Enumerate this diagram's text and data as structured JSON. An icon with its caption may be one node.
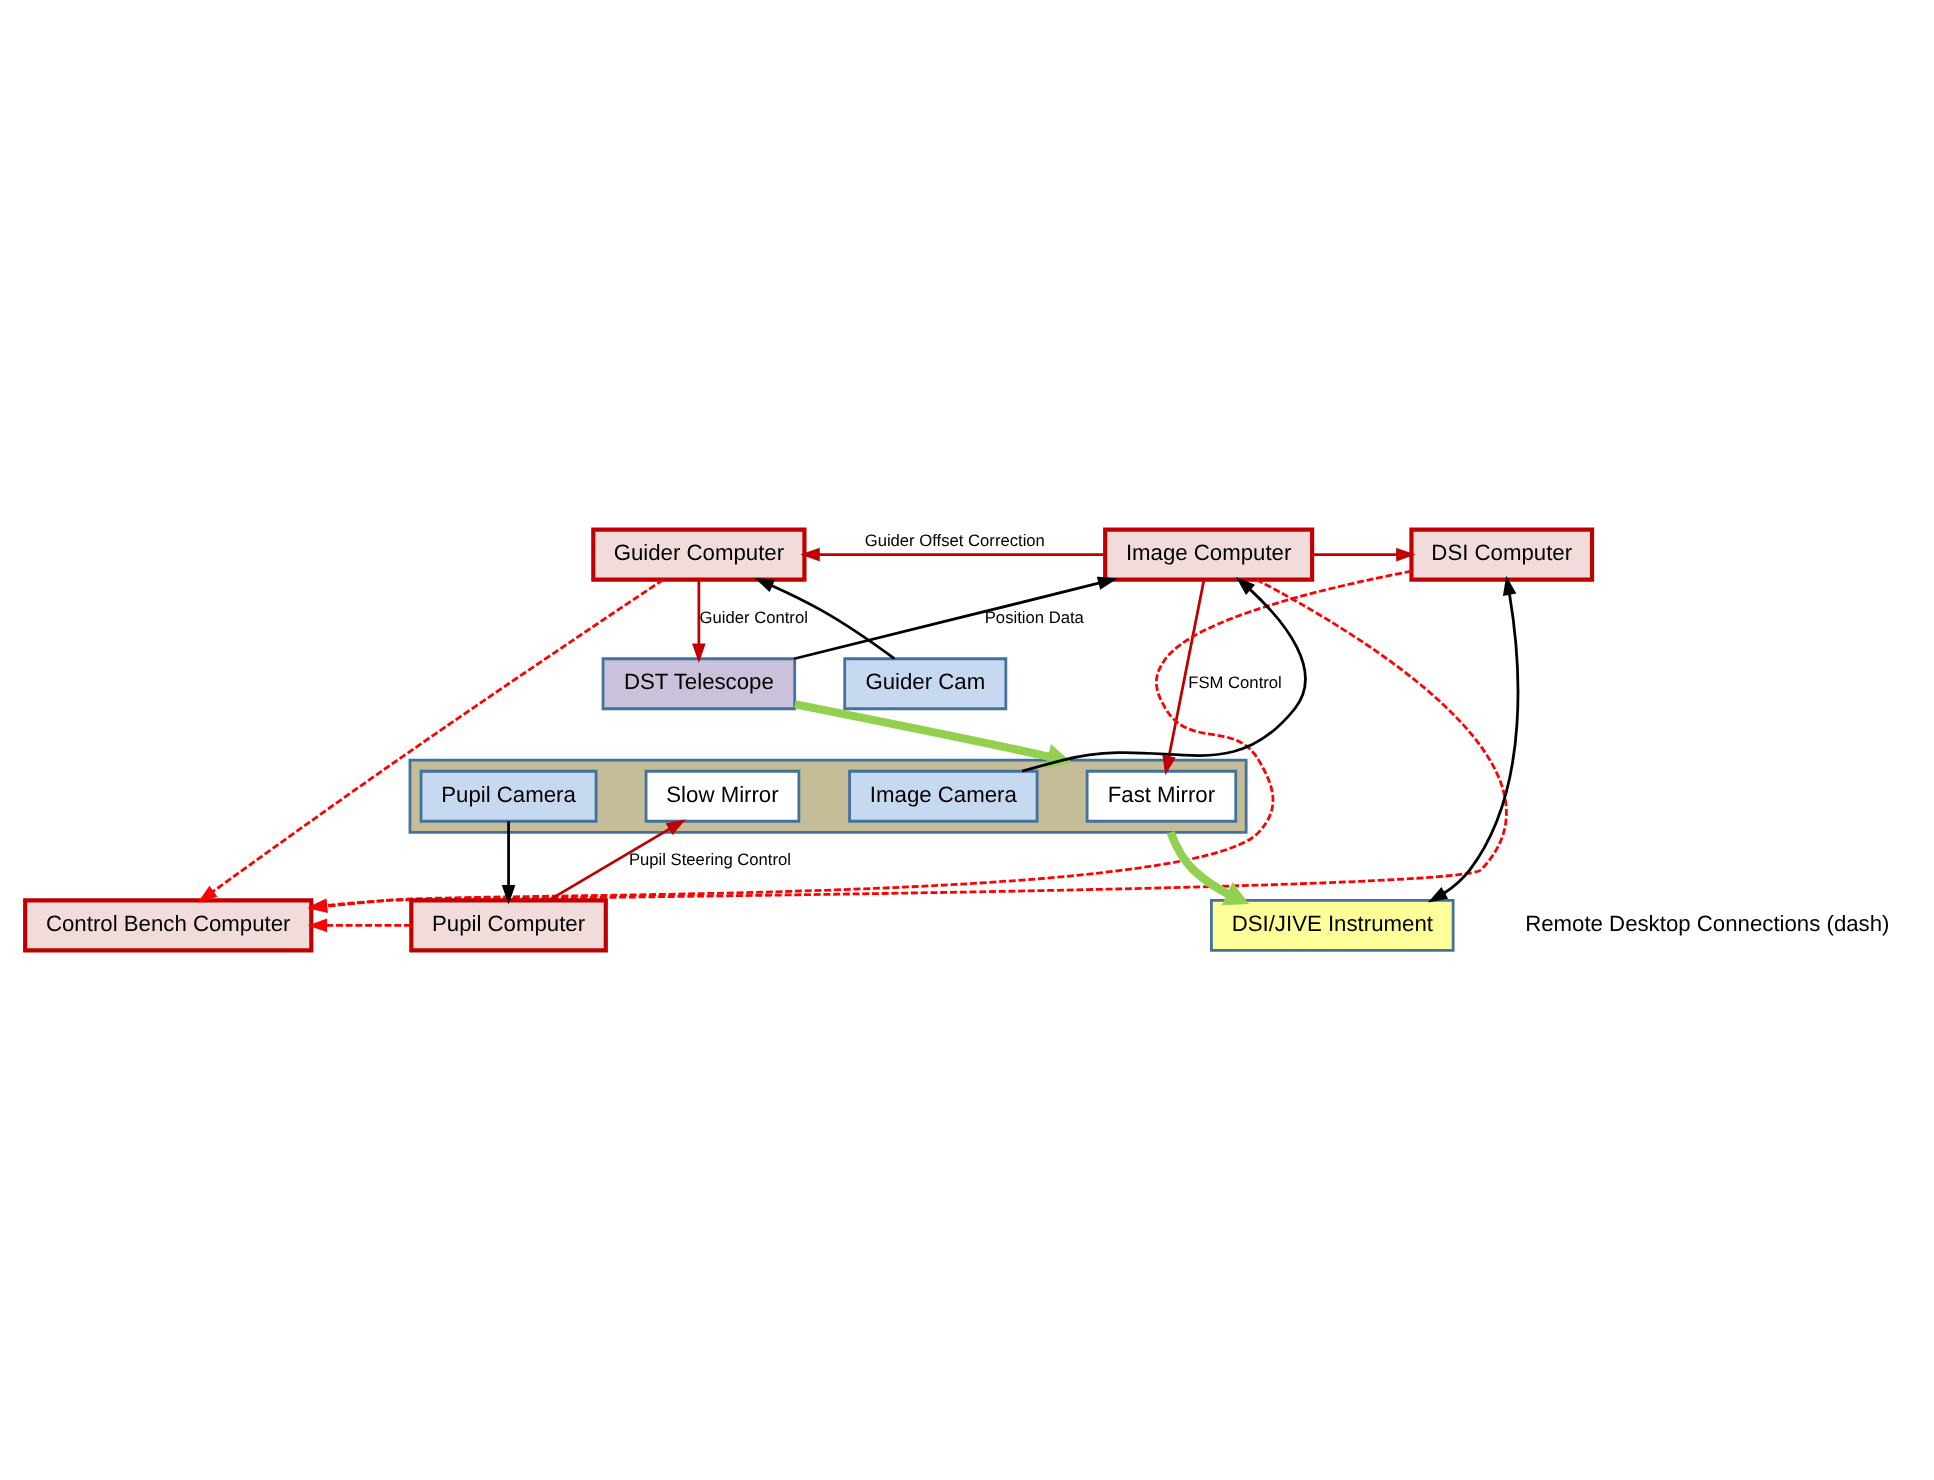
{
  "diagram": {
    "nodes": [
      {
        "text": [
          "Control Bench Computer"
        ]
      },
      {
        "text": [
          "Guider Computer"
        ]
      },
      {
        "text": [
          "Image Computer"
        ]
      },
      {
        "text": [
          "DSI Computer"
        ]
      },
      {
        "text": [
          "Guider Cam"
        ]
      },
      {
        "text": [
          "DST Telescope"
        ]
      },
      {
        "text": [],
        "shape": "box"
      },
      {
        "text": [
          "Fast Mirror"
        ],
        "in": 6
      },
      {
        "text": [
          "Image Camera"
        ],
        "in": 6
      },
      {
        "text": [
          "Slow Mirror"
        ],
        "in": 6
      },
      {
        "text": [
          "Pupil Camera"
        ],
        "in": 6
      },
      {
        "text": [
          "DSI/JIVE Instrument"
        ]
      },
      {
        "text": [
          "Pupil Computer"
        ]
      }
    ],
    "edges": [
      {
        "from": 1,
        "to": 0,
        "arrow": "to",
        "style": "dashed",
        "color": "#ff0000"
      },
      {
        "from": 2,
        "to": 0,
        "arrow": "to",
        "style": "dashed",
        "color": "#ff0000"
      },
      {
        "from": 12,
        "to": 0,
        "arrow": "to",
        "style": "dashed",
        "color": "#ff0000"
      },
      {
        "from": 3,
        "to": 0,
        "arrow": "to",
        "style": "dashed",
        "color": "#ff0000"
      },
      {
        "from": 2,
        "to": 1,
        "arrow": "to",
        "label": "Guider Offset Correction"
      },
      {
        "from": 4,
        "to": 1,
        "arrow": "to",
        "color": "#000000"
      },
      {
        "from": 1,
        "to": 5,
        "arrow": "to",
        "label": "Guider Control"
      },
      {
        "from": 5,
        "to": 2,
        "arrow": "to",
        "label": "Position Data",
        "color": "#000000"
      },
      {
        "from": 2,
        "to": 7,
        "arrow": "to",
        "label": "FSM Control"
      },
      {
        "from": 8,
        "to": 2,
        "arrow": "to",
        "color": "#000000"
      },
      {
        "from": 2,
        "to": 3,
        "arrow": "to"
      },
      {
        "from": 3,
        "to": 11,
        "arrow": "both",
        "color": "#000000"
      },
      {
        "from": 5,
        "to": 6,
        "arrow": "to",
        "style": "thick",
        "color": "#92d050"
      },
      {
        "from": 6,
        "to": 11,
        "arrow": "to",
        "style": "thick",
        "color": "#92d050"
      },
      {
        "from": 10,
        "to": 12,
        "arrow": "to",
        "color": "#000000"
      },
      {
        "from": 12,
        "to": 9,
        "arrow": "to",
        "label": "Pupil Steering Control"
      }
    ],
    "labels": [
      "Remote Desktop Connections (dash)"
    ]
  }
}
